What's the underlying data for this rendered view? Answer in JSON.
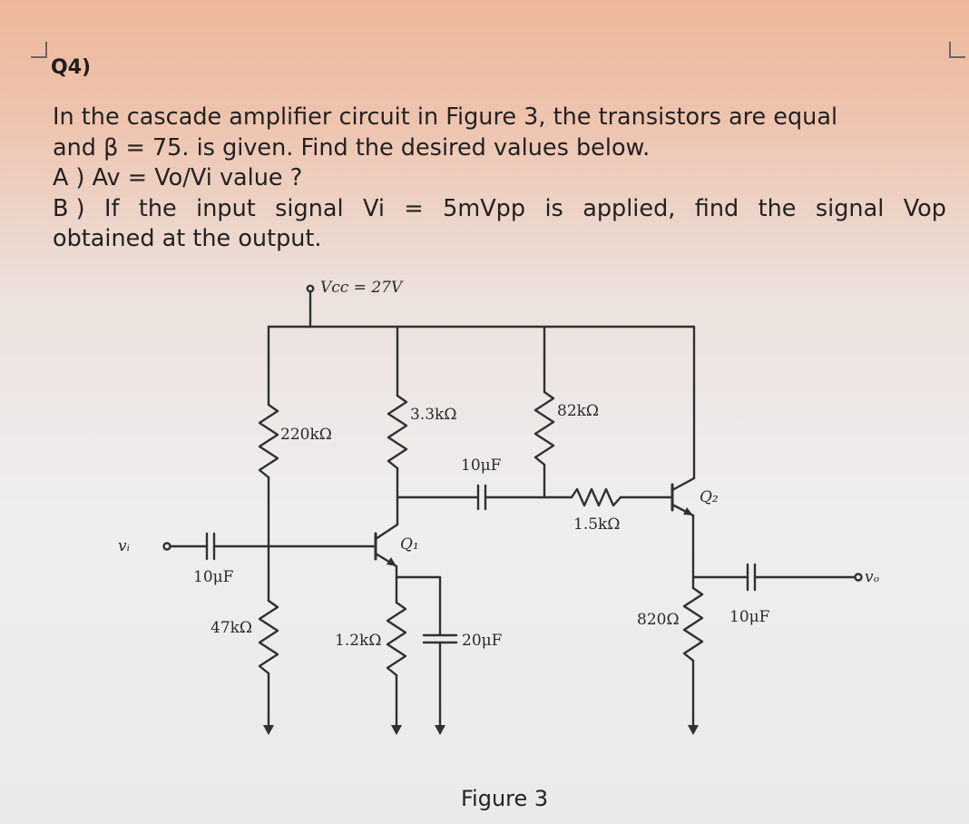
{
  "question": {
    "number": "Q4)"
  },
  "problem": {
    "line1": "In the cascade amplifier circuit in Figure 3, the transistors are equal",
    "line2": "and β = 75. is given. Find the desired values below.",
    "line3": "A ) Av = Vo/Vi value ?",
    "line4_parts": [
      "B )",
      "If",
      "the",
      "input",
      "signal",
      "Vi",
      "=",
      "5mVpp",
      "is",
      "applied,",
      "find",
      "the",
      "signal",
      "Vop"
    ],
    "line5": "obtained at the output."
  },
  "circuit": {
    "vcc": "Vcc = 27V",
    "r_220k": "220kΩ",
    "r_3_3k": "3.3kΩ",
    "r_82k": "82kΩ",
    "r_1_5k": "1.5kΩ",
    "r_47k": "47kΩ",
    "r_1_2k": "1.2kΩ",
    "r_820": "820Ω",
    "c_in": "10μF",
    "c_couple": "10μF",
    "c_bypass": "20μF",
    "c_out": "10μF",
    "q1": "Q₁",
    "q2": "Q₂",
    "vi": "vᵢ",
    "vo": "vₒ"
  },
  "figure": {
    "caption": "Figure 3"
  }
}
